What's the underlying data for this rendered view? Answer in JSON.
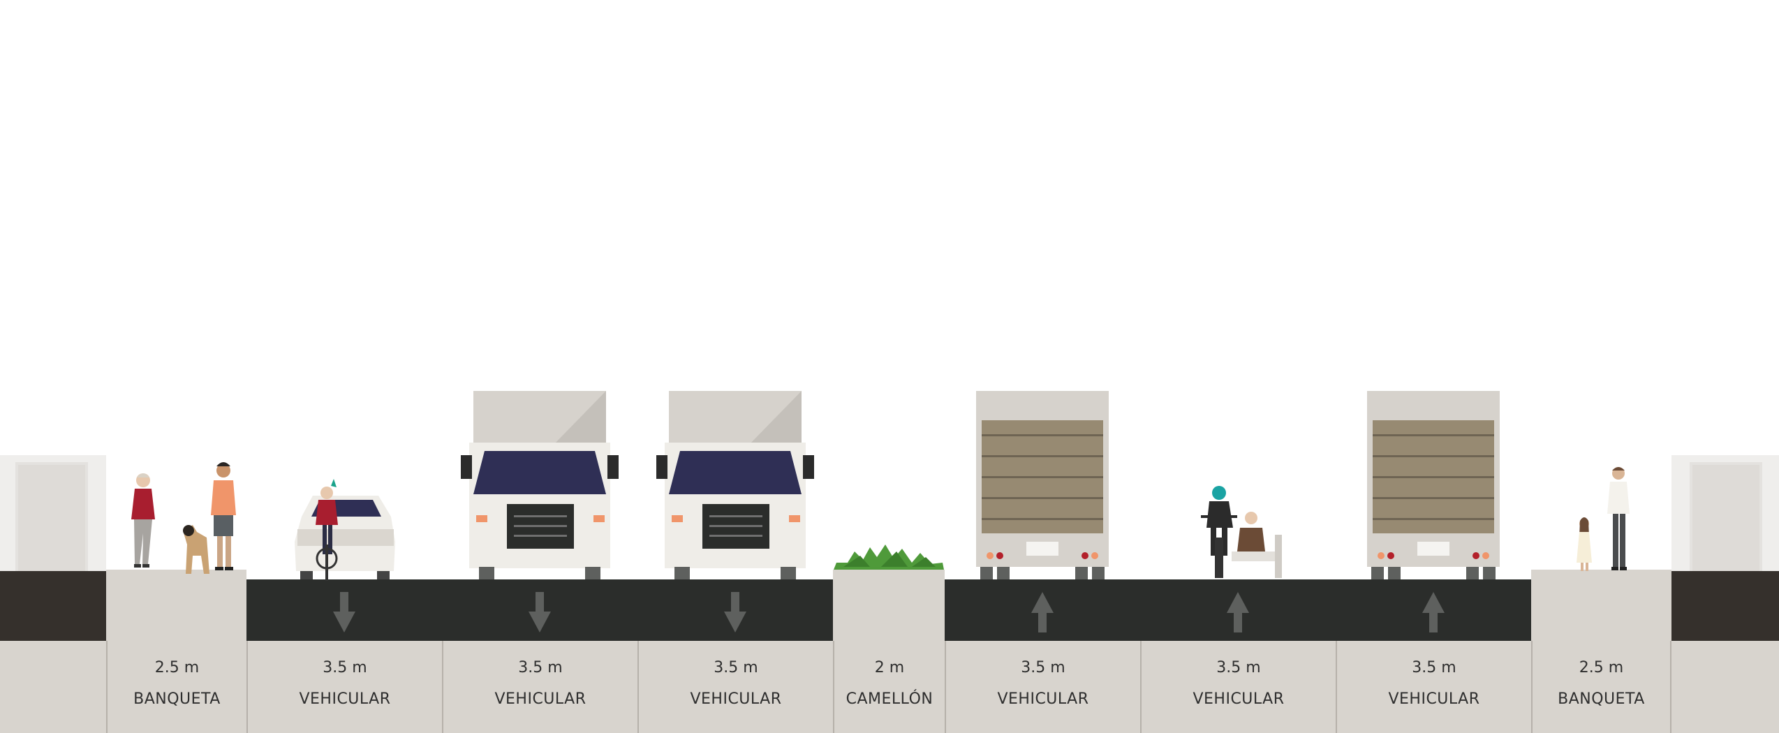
{
  "segments": [
    {
      "width": "2.5 m",
      "label": "BANQUETA",
      "kind": "sidewalk"
    },
    {
      "width": "3.5 m",
      "label": "VEHICULAR",
      "kind": "lane",
      "direction": "down"
    },
    {
      "width": "3.5 m",
      "label": "VEHICULAR",
      "kind": "lane",
      "direction": "down"
    },
    {
      "width": "3.5 m",
      "label": "VEHICULAR",
      "kind": "lane",
      "direction": "down"
    },
    {
      "width": "2 m",
      "label": "CAMELLÓN",
      "kind": "median"
    },
    {
      "width": "3.5 m",
      "label": "VEHICULAR",
      "kind": "lane",
      "direction": "up"
    },
    {
      "width": "3.5 m",
      "label": "VEHICULAR",
      "kind": "lane",
      "direction": "up"
    },
    {
      "width": "3.5 m",
      "label": "VEHICULAR",
      "kind": "lane",
      "direction": "up"
    },
    {
      "width": "2.5 m",
      "label": "BANQUETA",
      "kind": "sidewalk"
    }
  ],
  "colors": {
    "asphalt": "#2b2d2b",
    "sidewalk": "#d8d4ce",
    "building_base": "#35302c",
    "arrow": "#5e605e",
    "truck_cab": "#efede8",
    "truck_box": "#d6d2cc",
    "truck_cargo": "#978a72",
    "windshield": "#2f2f55",
    "planting": "#4f9a3a"
  },
  "icons": {
    "down_arrow": "down-arrow-icon",
    "up_arrow": "up-arrow-icon"
  }
}
